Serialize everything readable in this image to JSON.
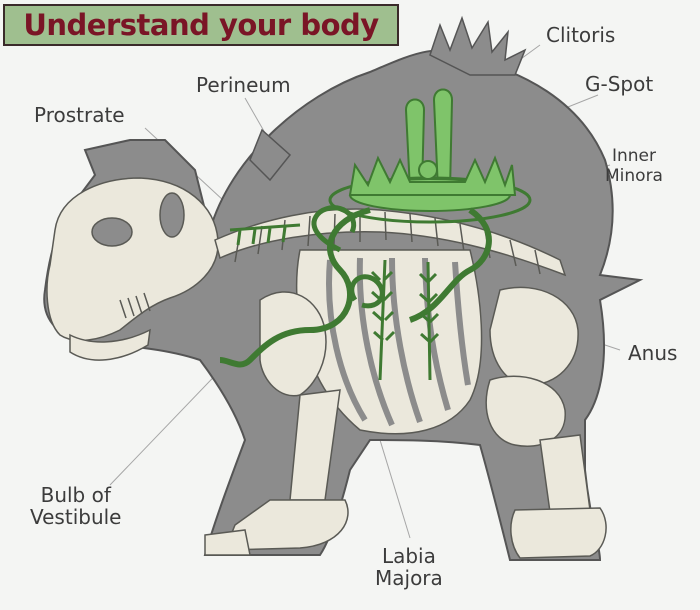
{
  "title": "Understand your body",
  "colors": {
    "title_background": "#9fbf8f",
    "title_text": "#7a1526",
    "body_fill": "#8c8c8c",
    "bone_fill": "#ebe8dc",
    "organ_green": "#7fc46a",
    "organ_outline": "#3f7a32",
    "leader_line": "#9a9a9a"
  },
  "labels": {
    "clitoris": "Clitoris",
    "g_spot": "G-Spot",
    "inner_minora": [
      "Inner",
      "Minora"
    ],
    "perineum": "Perineum",
    "prostrate": "Prostrate",
    "anus": "Anus",
    "bulb_of_vestibule": [
      "Bulb of",
      "Vestibule"
    ],
    "labia_majora": [
      "Labia",
      "Majora"
    ]
  }
}
